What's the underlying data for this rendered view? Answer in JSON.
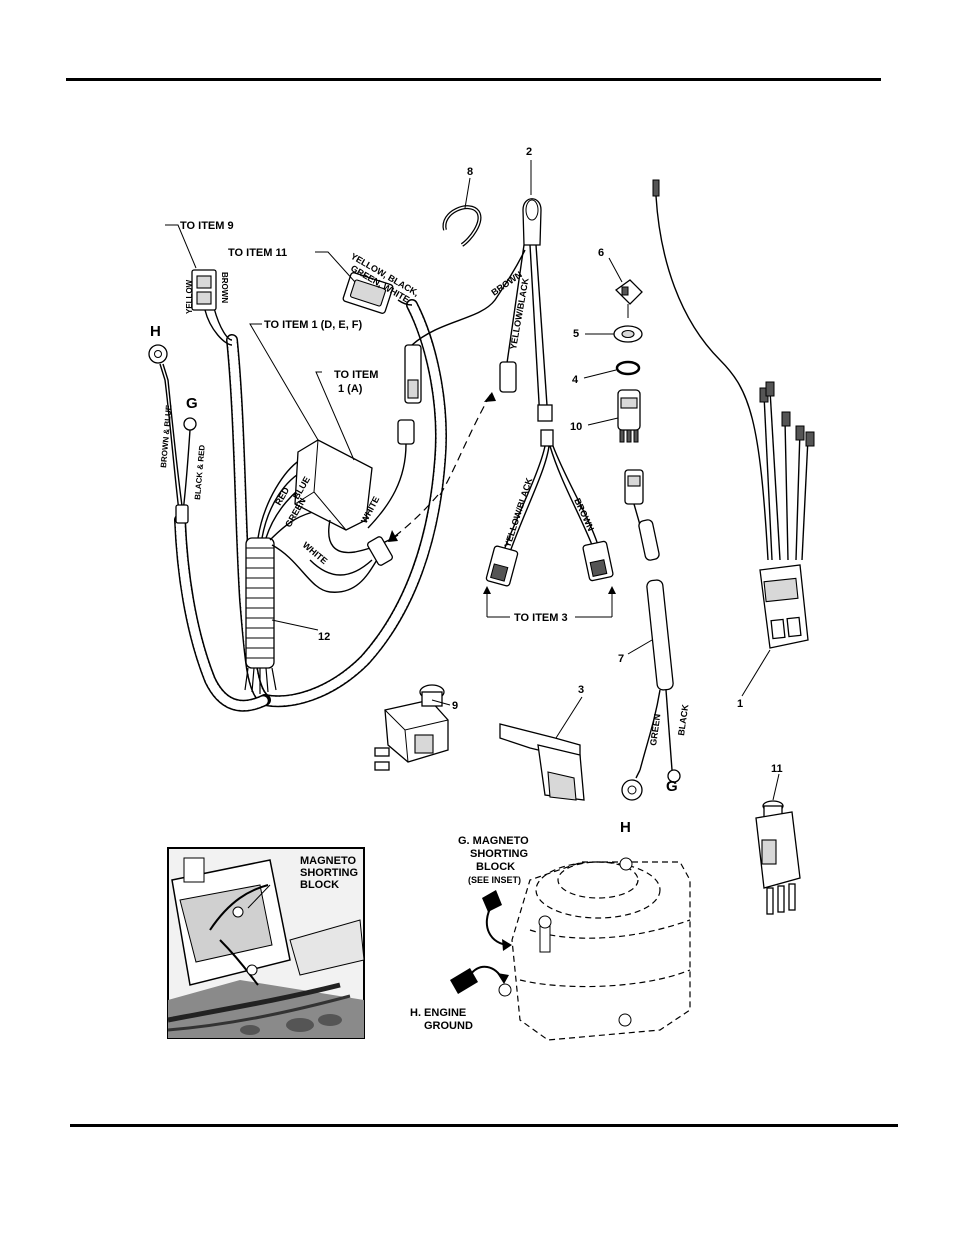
{
  "labels": {
    "to_item_9": "TO ITEM 9",
    "to_item_11": "TO ITEM 11",
    "to_item_1_def": "TO ITEM 1 (D, E, F)",
    "to_item_1a_line1": "TO ITEM",
    "to_item_1a_line2": "1 (A)",
    "to_item_3": "TO ITEM 3",
    "h_top": "H",
    "g_top": "G",
    "g_lower": "G",
    "h_lower": "H",
    "magneto_block_1": "MAGNETO",
    "magneto_block_2": "SHORTING",
    "magneto_block_3": "BLOCK",
    "g_magneto_1": "G. MAGNETO",
    "g_magneto_2": "SHORTING",
    "g_magneto_3": "BLOCK",
    "g_magneto_4": "(SEE INSET)",
    "h_engine_1": "H. ENGINE",
    "h_engine_2": "GROUND"
  },
  "wire_labels": {
    "yellow": "YELLOW",
    "brown": "BROWN",
    "ybgw_1": "YELLOW, BLACK,",
    "ybgw_2": "GREEN, WHITE",
    "brown_blue": "BROWN & BLUE",
    "black_red": "BLACK & RED",
    "red": "RED",
    "blue": "BLUE",
    "green": "GREEN",
    "white_upper": "WHITE",
    "white_lower": "WHITE",
    "brown_upper": "BROWN",
    "yellow_black_upper": "YELLOW/BLACK",
    "yellow_black_lower": "YELLOW/BLACK",
    "brown_lower": "BROWN",
    "green_7": "GREEN",
    "black_7": "BLACK"
  },
  "item_numbers": {
    "n1": "1",
    "n2": "2",
    "n3": "3",
    "n4": "4",
    "n5": "5",
    "n6": "6",
    "n7": "7",
    "n8": "8",
    "n9": "9",
    "n10": "10",
    "n11": "11",
    "n12": "12"
  },
  "icons": [
    "harness-loom",
    "ring-terminal",
    "ignition-key",
    "switch-plunger",
    "engine-outline",
    "arrow-right"
  ]
}
